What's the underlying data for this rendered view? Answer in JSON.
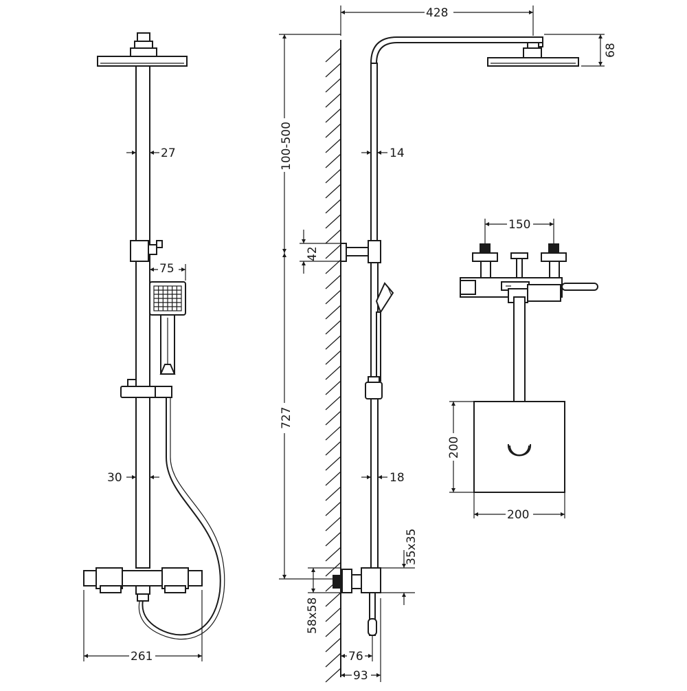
{
  "dimensions": {
    "front_arm_width": "27",
    "front_handset_width": "75",
    "front_riser_width": "30",
    "front_valve_width": "261",
    "side_arm_length": "428",
    "side_head_height": "68",
    "side_upper_height": "100-500",
    "side_upper_pipe": "14",
    "side_bracket": "42",
    "side_riser_height": "727",
    "side_lower_pipe": "18",
    "side_outlet": "35x35",
    "side_wall_plate": "58x58",
    "side_offset_76": "76",
    "side_offset_93": "93",
    "top_inlet_centres": "150",
    "top_head_height": "200",
    "top_head_width": "200"
  },
  "colors": {
    "line": "#1a1a1a",
    "background": "#ffffff"
  }
}
